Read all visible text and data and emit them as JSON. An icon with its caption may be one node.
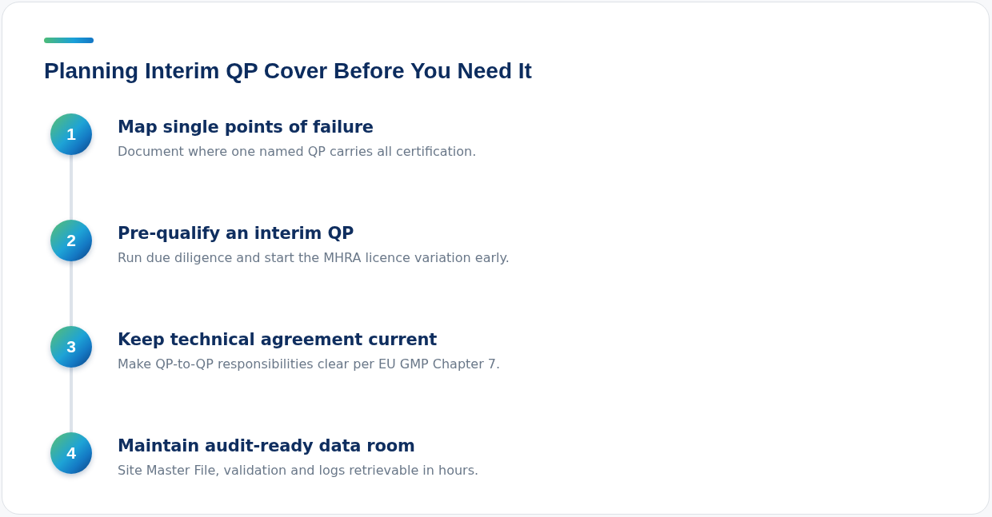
{
  "diagram": {
    "title": "Planning Interim QP Cover Before You Need It",
    "nodes": [
      {
        "text": [
          "1"
        ],
        "beside": [
          "Map single points of failure",
          "Document where one named QP carries all certification."
        ]
      },
      {
        "text": [
          "2"
        ],
        "beside": [
          "Pre-qualify an interim QP",
          "Run due diligence and start the MHRA licence variation early."
        ]
      },
      {
        "text": [
          "3"
        ],
        "beside": [
          "Keep technical agreement current",
          "Make QP-to-QP responsibilities clear per EU GMP Chapter 7."
        ]
      },
      {
        "text": [
          "4"
        ],
        "beside": [
          "Maintain audit-ready data room",
          "Site Master File, validation and logs retrievable in hours."
        ]
      }
    ],
    "edges": [
      {
        "from": 0,
        "to": 1,
        "arrow": "none"
      },
      {
        "from": 1,
        "to": 2,
        "arrow": "none"
      },
      {
        "from": 2,
        "to": 3,
        "arrow": "none"
      }
    ]
  }
}
